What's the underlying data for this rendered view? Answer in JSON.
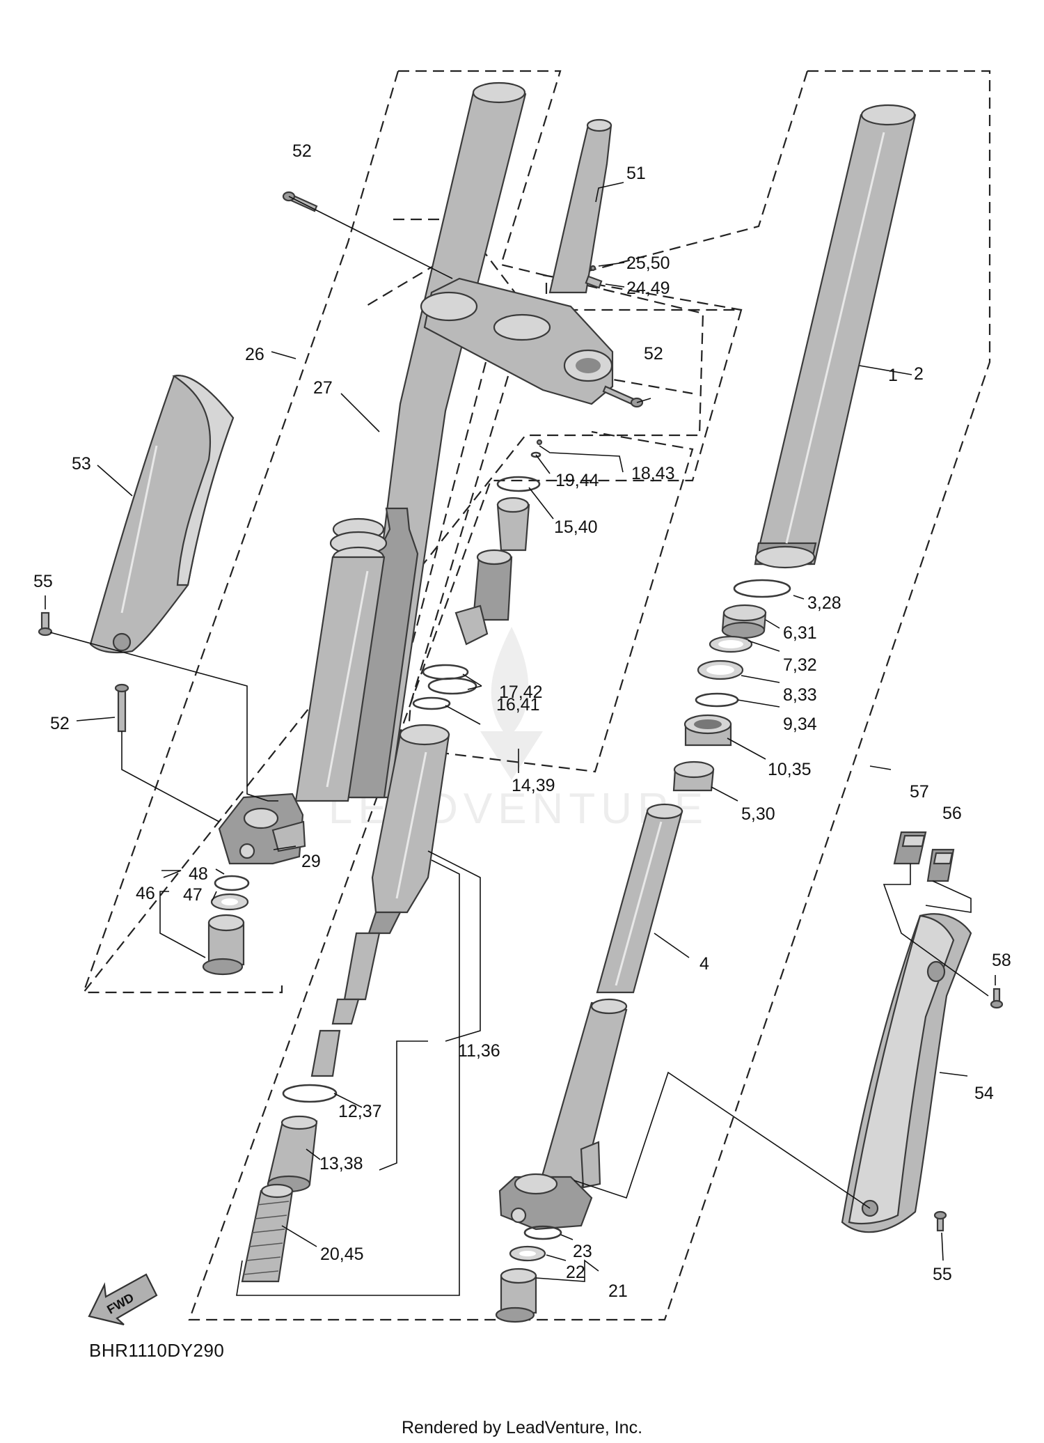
{
  "diagram": {
    "code": "BHR1110DY290",
    "credit": "Rendered by LeadVenture, Inc.",
    "fwd": "FWD",
    "watermark": "LEADVENTURE",
    "callouts": [
      "1",
      "2",
      "3,28",
      "4",
      "5,30",
      "6,31",
      "7,32",
      "8,33",
      "9,34",
      "10,35",
      "11,36",
      "12,37",
      "13,38",
      "14,39",
      "15,40",
      "16,41",
      "17,42",
      "18,43",
      "19,44",
      "20,45",
      "21",
      "22",
      "23",
      "24,49",
      "25,50",
      "26",
      "27",
      "29",
      "46",
      "47",
      "48",
      "51",
      "52",
      "52",
      "52",
      "53",
      "54",
      "55",
      "55",
      "56",
      "57",
      "58"
    ]
  }
}
